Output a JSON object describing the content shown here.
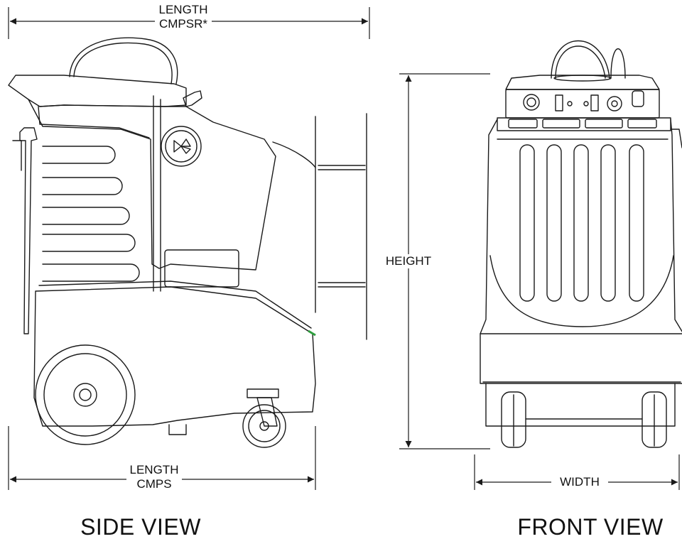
{
  "dimensions": {
    "length_cmpsr": {
      "line1": "LENGTH",
      "line2": "CMPSR*"
    },
    "length_cmps": {
      "line1": "LENGTH",
      "line2": "CMPS"
    },
    "height": "HEIGHT",
    "width": "WIDTH"
  },
  "views": {
    "side": "SIDE VIEW",
    "front": "FRONT VIEW"
  },
  "colors": {
    "line": "#1a1a1a",
    "accent_stripe": "#2e9e3e",
    "background": "#ffffff"
  }
}
